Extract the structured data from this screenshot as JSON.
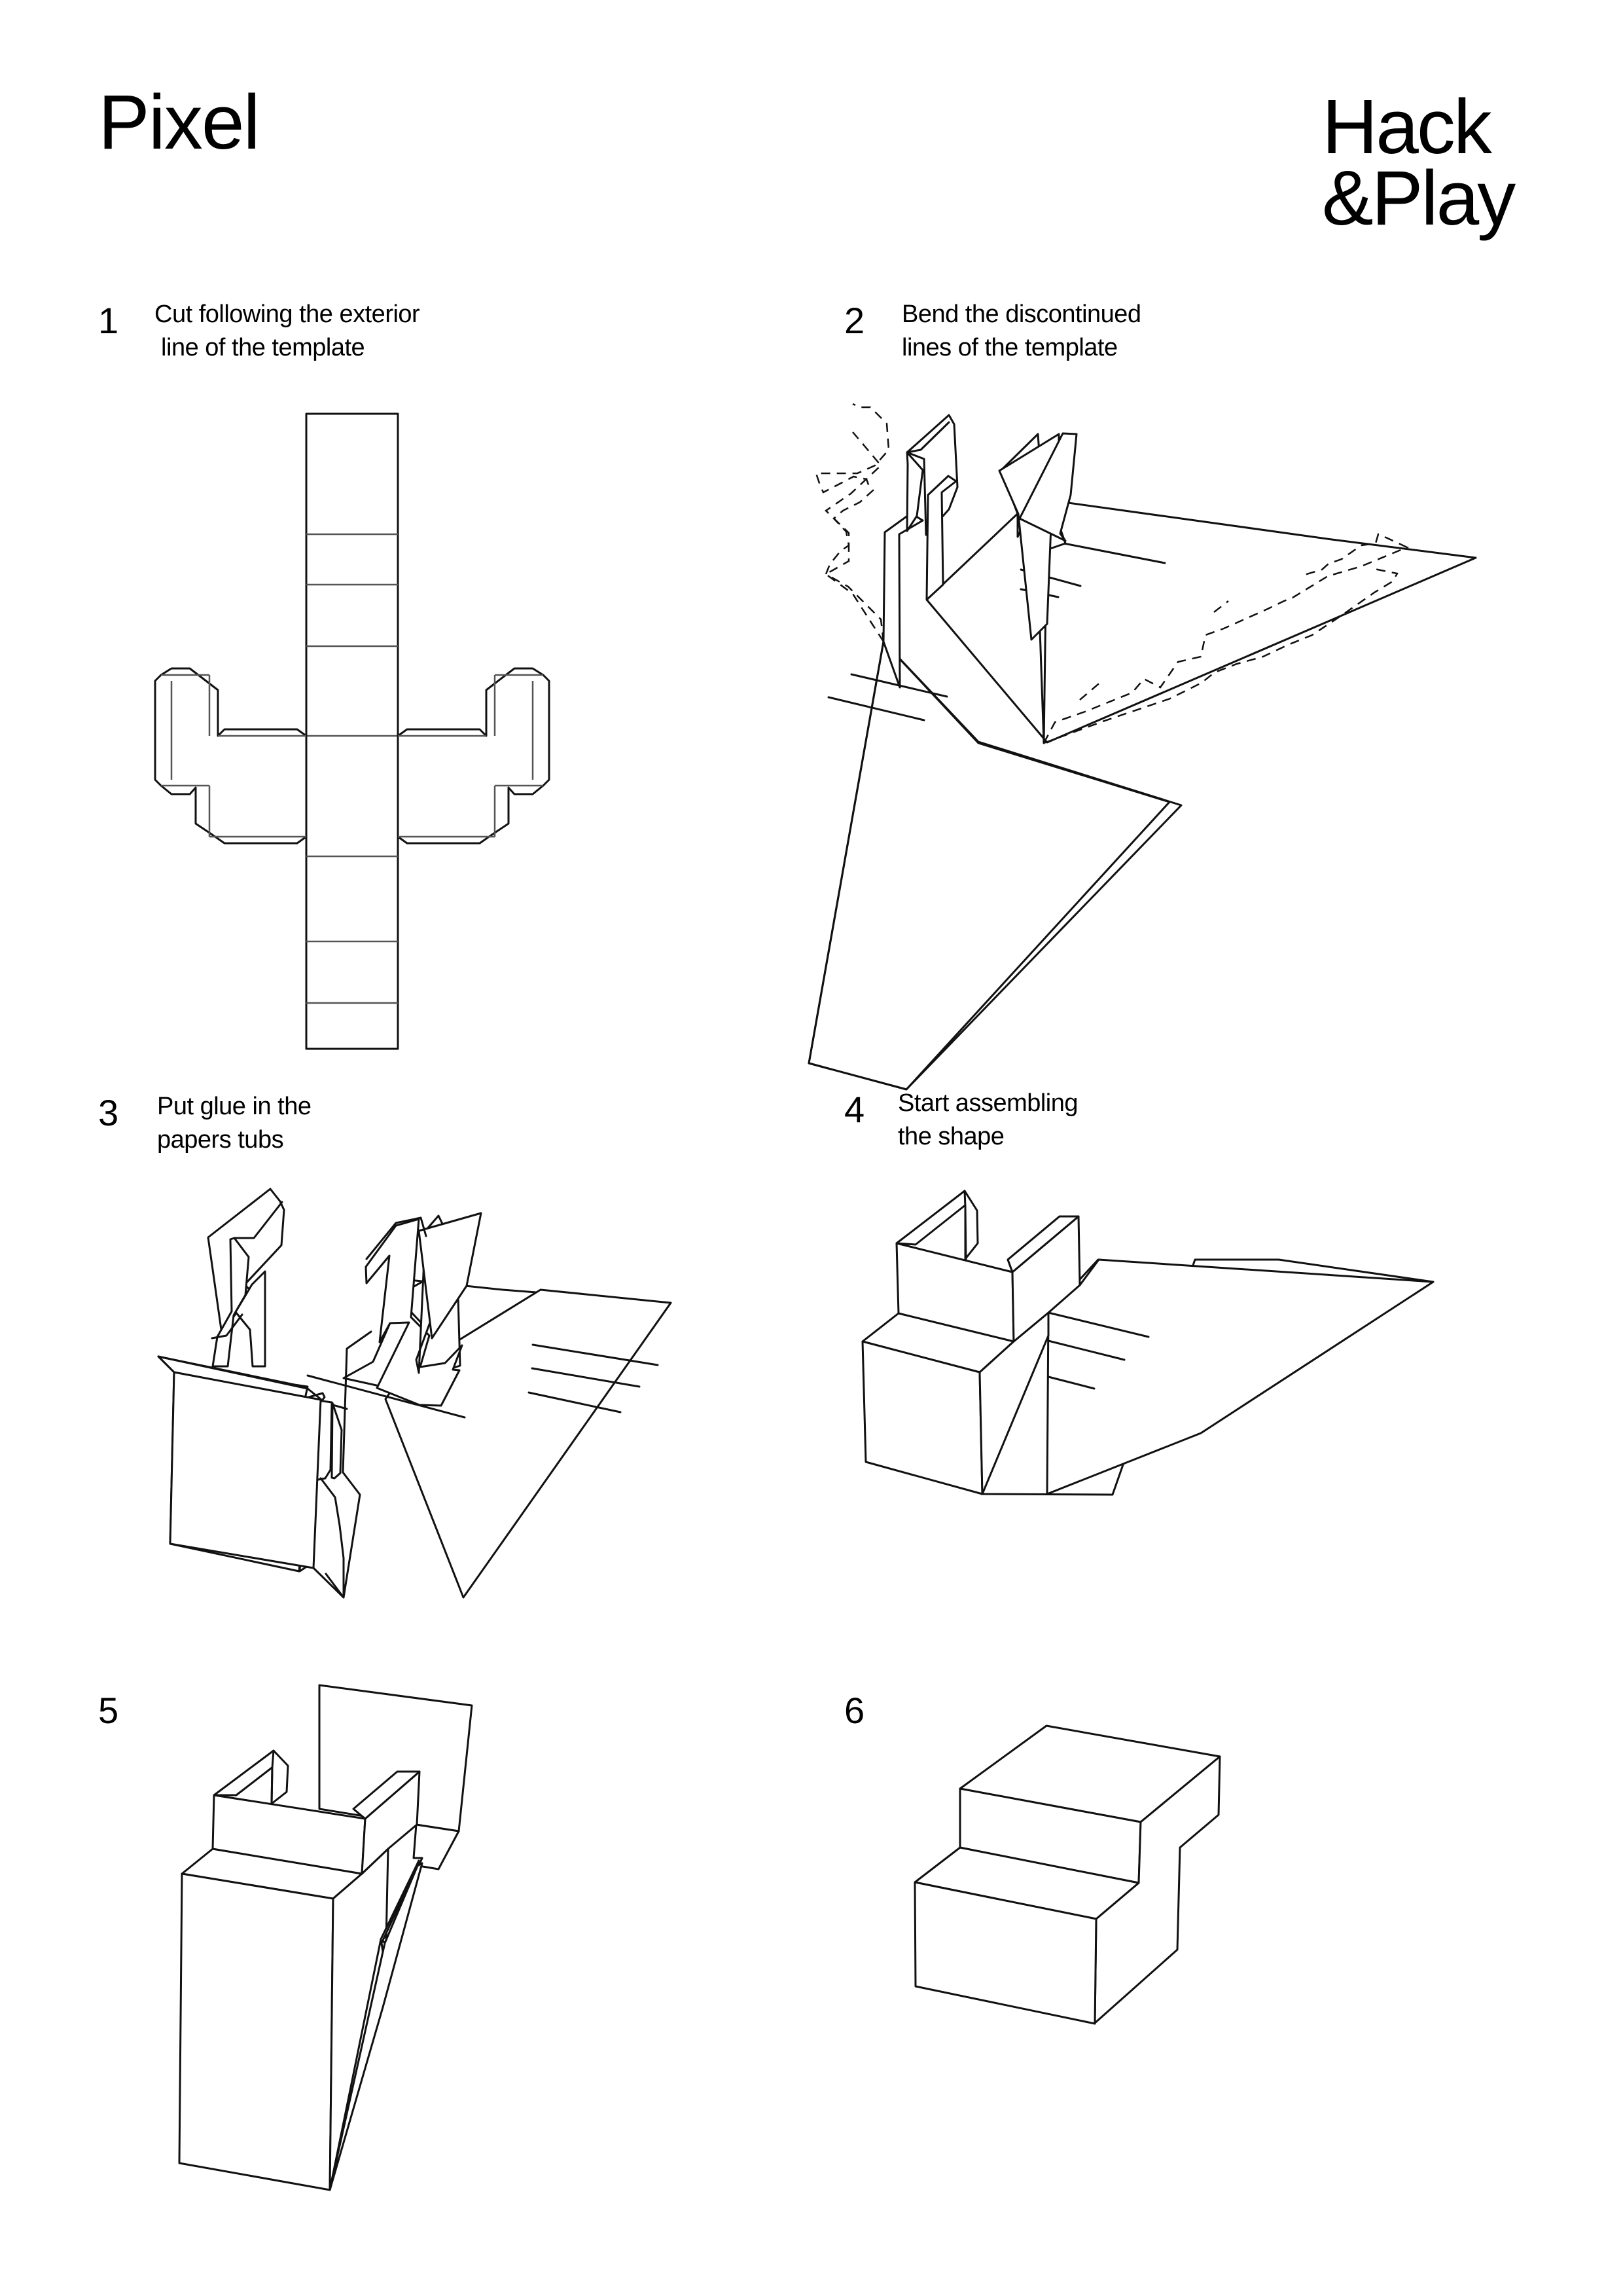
{
  "header": {
    "title": "Pixel",
    "brand_line1": "Hack",
    "brand_line2": "&Play"
  },
  "steps": [
    {
      "number": "1",
      "line1": "Cut following the exterior",
      "line2": " line of the template",
      "illustration": "flat-template-net"
    },
    {
      "number": "2",
      "line1": "Bend the discontinued",
      "line2": "lines of the template",
      "illustration": "template-folding-dashed"
    },
    {
      "number": "3",
      "line1": "Put glue in the",
      "line2": "papers tubs",
      "illustration": "glue-tabs-folded"
    },
    {
      "number": "4",
      "line1": "Start assembling",
      "line2": "the shape",
      "illustration": "partial-assembly"
    },
    {
      "number": "5",
      "line1": "",
      "line2": "",
      "illustration": "closing-assembly"
    },
    {
      "number": "6",
      "line1": "",
      "line2": "",
      "illustration": "finished-pixel-stair-shape"
    }
  ]
}
